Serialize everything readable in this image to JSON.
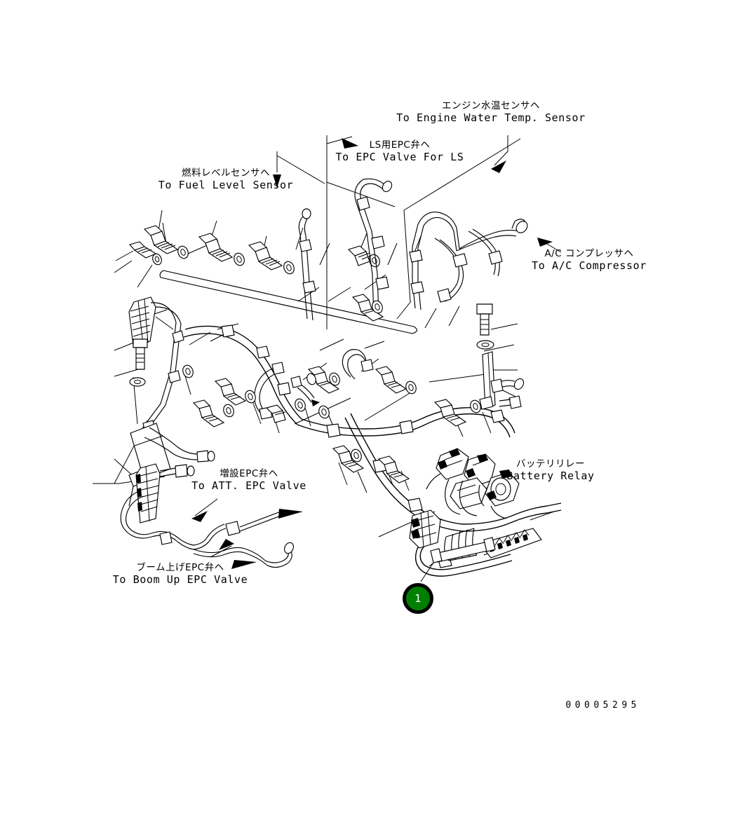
{
  "sheet": {
    "background_color": "#ffffff",
    "line_color": "#000000",
    "drawing_number": "00005295"
  },
  "callouts": [
    {
      "id": "1",
      "number": "1",
      "fill_color": "#008000",
      "ring_color": "#000000",
      "text_color": "#ffffff"
    }
  ],
  "labels": {
    "engine_water_temp_sensor": {
      "jp": "エンジン水温センサヘ",
      "en": "To Engine Water Temp. Sensor"
    },
    "epc_valve_for_ls": {
      "jp": "LS用EPC弁ヘ",
      "en": "To EPC Valve For LS"
    },
    "fuel_level_sensor": {
      "jp": "燃料レベルセンサヘ",
      "en": "To Fuel Level Sensor"
    },
    "ac_compressor": {
      "jp": "A/C  コンプレッサヘ",
      "en": "To A/C Compressor"
    },
    "battery_relay": {
      "jp": "バッテリリレー",
      "en": "Battery Relay"
    },
    "att_epc_valve": {
      "jp": "増設EPC弁ヘ",
      "en": "To ATT. EPC Valve"
    },
    "boom_up_epc_valve": {
      "jp": "ブーム上げEPC弁ヘ",
      "en": "To Boom Up EPC Valve"
    }
  }
}
